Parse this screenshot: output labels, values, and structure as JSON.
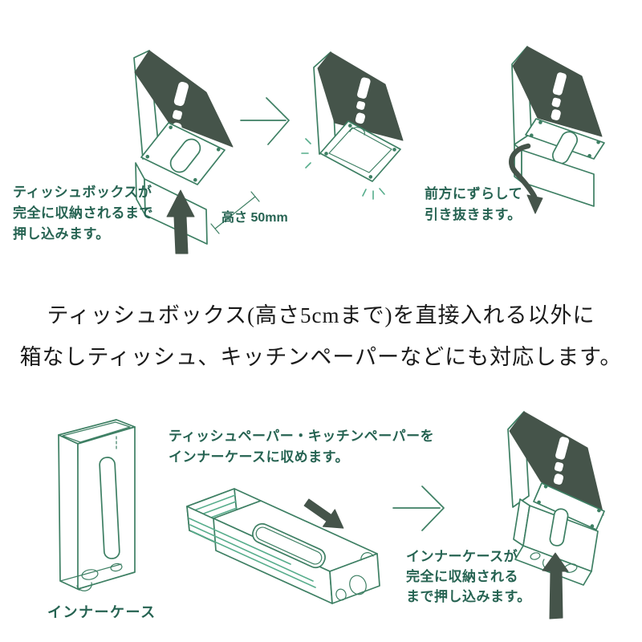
{
  "palette": {
    "line": "#3d7f63",
    "sparkle": "#57ad8c",
    "dark": "#45544a",
    "green_text": "#266352",
    "black_text": "#1a1a1a",
    "background": "#ffffff"
  },
  "captions": {
    "push_box": [
      "ティッシュボックスが",
      "完全に収納されるまで",
      "押し込みます。"
    ],
    "height_note": "高さ 50mm",
    "pull_out": [
      "前方にずらして",
      "引き抜きます。"
    ],
    "description": [
      "ティッシュボックス(高さ5cmまで)を直接入れる以外に",
      "箱なしティッシュ、キッチンペーパーなどにも対応します。"
    ],
    "fill_case": [
      "ティッシュペーパー・キッチンペーパーを",
      "インナーケースに収めます。"
    ],
    "inner_case_label": "インナーケース",
    "push_case": [
      "インナーケースが",
      "完全に収納される",
      "まで押し込みます。"
    ]
  }
}
